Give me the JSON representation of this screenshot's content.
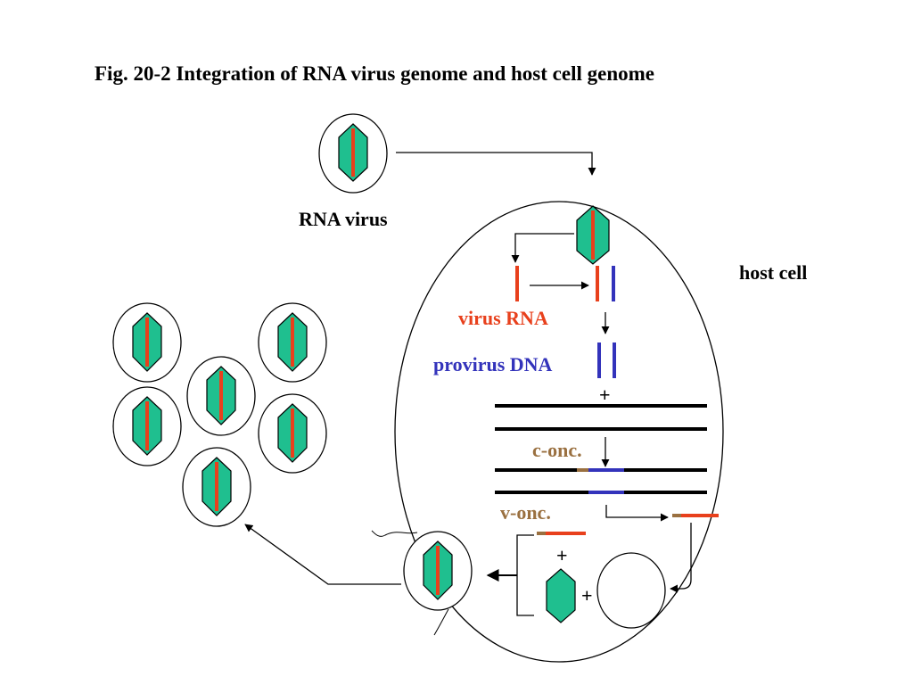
{
  "title": "Fig. 20-2  Integration of RNA virus genome and host cell genome",
  "labels": {
    "rna_virus": "RNA virus",
    "host_cell": "host cell",
    "virus_rna": "virus RNA",
    "provirus_dna": "provirus DNA",
    "c_onc": "c-onc.",
    "v_onc": "v-onc.",
    "plus": "+"
  },
  "colors": {
    "virus_body": "#1fbf8f",
    "rna": "#e8401c",
    "dna": "#3333bb",
    "oncogene": "#9a7040",
    "line": "#000000"
  }
}
